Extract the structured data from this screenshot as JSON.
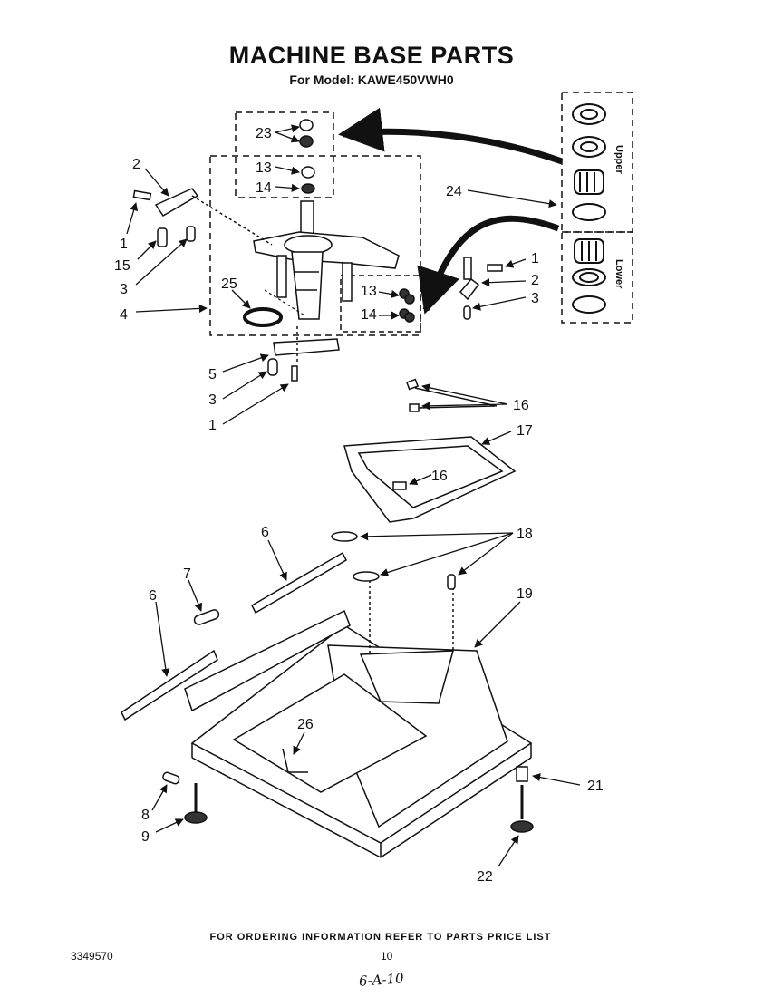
{
  "header": {
    "title": "MACHINE BASE PARTS",
    "subtitle": "For Model: KAWE450VWH0"
  },
  "kits": {
    "upper": "Upper",
    "lower": "Lower"
  },
  "callouts": {
    "c23": "23",
    "c13_top": "13",
    "c14_top": "14",
    "c2_left": "2",
    "c1_left_top": "1",
    "c15": "15",
    "c3_left_top": "3",
    "c4": "4",
    "c25": "25",
    "c5": "5",
    "c3_left_bottom": "3",
    "c1_left_bottom": "1",
    "c24": "24",
    "c1_right": "1",
    "c2_right": "2",
    "c3_right": "3",
    "c13_right": "13",
    "c14_right": "14",
    "c16_top": "16",
    "c17": "17",
    "c16_mid": "16",
    "c6_top": "6",
    "c18": "18",
    "c7": "7",
    "c6_left": "6",
    "c19": "19",
    "c26": "26",
    "c8": "8",
    "c9": "9",
    "c21": "21",
    "c22": "22"
  },
  "footer": {
    "ordering_note": "FOR ORDERING INFORMATION REFER TO PARTS PRICE LIST",
    "doc_number": "3349570",
    "page_number": "10",
    "handwritten": "6-A-10"
  }
}
